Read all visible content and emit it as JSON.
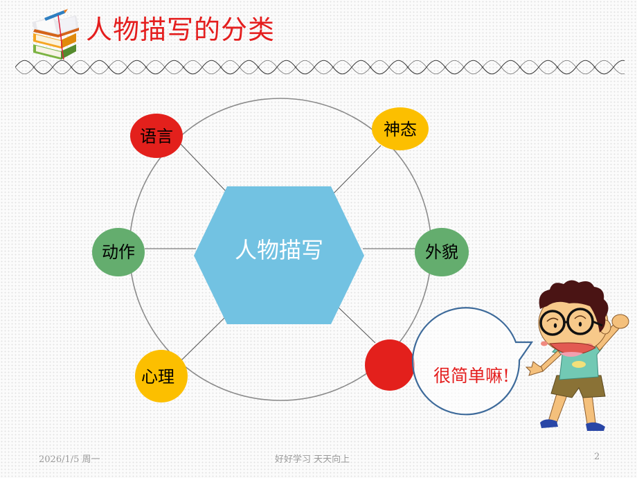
{
  "slide": {
    "title": "人物描写的分类",
    "page_number": "2"
  },
  "diagram": {
    "center": {
      "label": "人物描写",
      "color": "#72c2e2"
    },
    "nodes": [
      {
        "label": "语言",
        "color": "#e3201c",
        "position": "top-left"
      },
      {
        "label": "神态",
        "color": "#fcbf00",
        "position": "top-right"
      },
      {
        "label": "动作",
        "color": "#64ad6e",
        "position": "middle-left"
      },
      {
        "label": "外貌",
        "color": "#64ad6e",
        "position": "middle-right"
      },
      {
        "label": "心理",
        "color": "#fcbf00",
        "position": "bottom-left"
      },
      {
        "label": "",
        "color": "#e3201c",
        "position": "bottom-right"
      }
    ],
    "ring_color": "#7f7f7f"
  },
  "speech_bubble": {
    "text": "很简单嘛!",
    "border_color": "#3d6a9a"
  },
  "footer": {
    "date": "2026/1/5 周一",
    "center_text": "好好学习 天天向上",
    "page": "2"
  },
  "icons": {
    "title_icon": "books-stack-icon",
    "character": "cartoon-boy-with-glasses"
  }
}
